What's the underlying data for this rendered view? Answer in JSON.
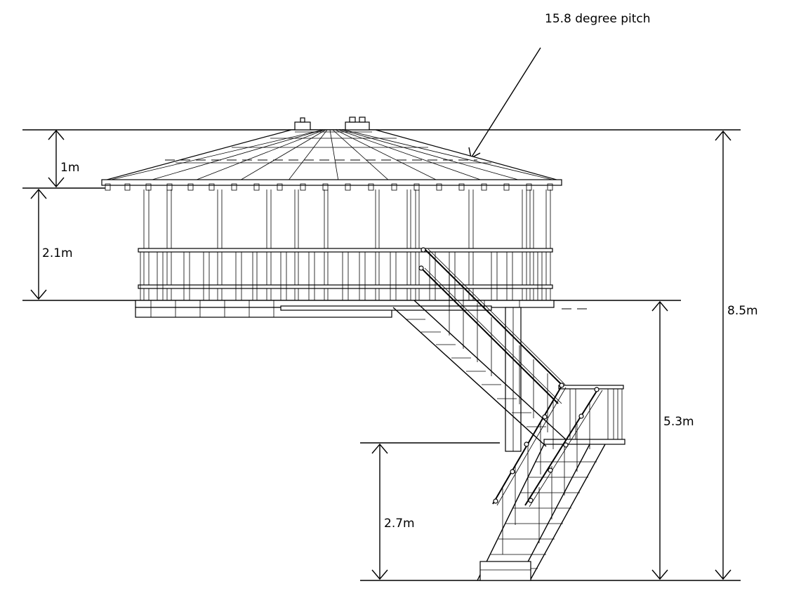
{
  "drawing": {
    "annotations": {
      "pitch": "15.8 degree pitch"
    },
    "dimensions": {
      "roof_height": "1m",
      "wall_height": "2.1m",
      "total_height": "8.5m",
      "platform_height": "5.3m",
      "landing_height": "2.7m"
    }
  }
}
